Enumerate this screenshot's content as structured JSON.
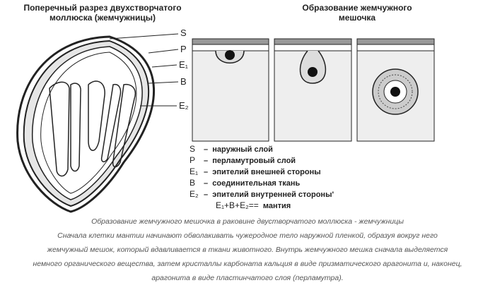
{
  "left_title": [
    "Поперечный разрез двухстворчатого",
    "моллюска (жемчужницы)"
  ],
  "right_title": [
    "Образование жемчужного",
    "мешочка"
  ],
  "labels": {
    "S": "S",
    "P": "P",
    "E1": "E₁",
    "B": "B",
    "E2": "E₂"
  },
  "legend": [
    {
      "key": "S",
      "dash": "–",
      "text": "наружный слой"
    },
    {
      "key": "P",
      "dash": "–",
      "text": "перламутровый слой"
    },
    {
      "key": "E₁",
      "dash": "–",
      "text": "эпителий внешней стороны"
    },
    {
      "key": "B",
      "dash": "–",
      "text": "соединительная ткань"
    },
    {
      "key": "E₂",
      "dash": "–",
      "text": "эпителий внутренней стороны'"
    }
  ],
  "formula": {
    "expr": "E₁+B+E₂==",
    "result": "мантия"
  },
  "caption": [
    "Образование жемчужного мешочка в раковине двустворчатого моллюска - жемчужницы",
    "Сначала клетки мантии начинают обволакивать чужеродное тело наружной пленкой, образуя вокруг него",
    "жемчужный мешок, который вдавливается в ткани животного. Внутрь жемчужного мешка сначала выделяется",
    "немного органического вещества, затем кристаллы карбоната кальция в виде призматического арагонита и, наконец,",
    "арагонита в виде пластинчатого слоя (перламутра)."
  ]
}
